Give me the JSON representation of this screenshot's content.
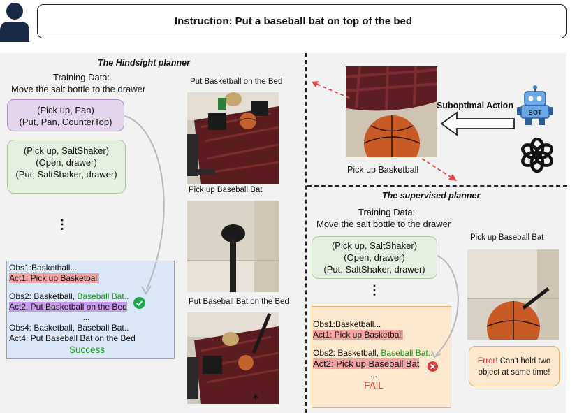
{
  "instruction": "Instruction: Put a baseball bat on top of the bed",
  "hindsight": {
    "title": "The Hindsight planner",
    "training_label": "Training Data:",
    "training_task": "Move the salt bottle to the drawer",
    "box1": [
      "(Pick up, Pan)",
      "(Put, Pan, CounterTop)"
    ],
    "box2": [
      "(Pick up, SaltShaker)",
      "(Open, drawer)",
      "(Put, SaltShaker, drawer)"
    ],
    "ellipsis": "⋮",
    "obs1": "Obs1:Basketball...",
    "act1": "Act1: Pick up Basketball",
    "obs2_a": "Obs2: Basketball, ",
    "obs2_b": "Baseball Bat..",
    "act2": "Act2: Put Basketball on the Bed",
    "dots": "...",
    "obs4": "Obs4: Basketball, Baseball Bat..",
    "act4": "Act4: Put Baseball Bat on the Bed",
    "result": "Success",
    "img1_caption": "Put Basketball on the Bed",
    "img2_caption": "Pick up Baseball Bat",
    "img3_caption": "Put Baseball Bat on the Bed"
  },
  "top_right": {
    "suboptimal": "Suboptimal Action",
    "bot_label": "BOT",
    "caption": "Pick up Basketball"
  },
  "supervised": {
    "title": "The supervised planner",
    "training_label": "Training Data:",
    "training_task": "Move the salt bottle to the drawer",
    "box": [
      "(Pick up, SaltShaker)",
      "(Open, drawer)",
      "(Put, SaltShaker, drawer)"
    ],
    "ellipsis": "⋮",
    "obs1": "Obs1:Basketball...",
    "act1": "Act1: Pick up Basketball",
    "obs2_a": "Obs2:  Basketball, ",
    "obs2_b": "Baseball Bat..",
    "act2": "Act2: Pick up Baseball Bat",
    "dots": "...",
    "result": "FAIL",
    "img_caption": "Pick up Baseball Bat",
    "error_word": "Error",
    "error_rest": "! Can't hold two object at same time!"
  },
  "colors": {
    "purple_box": "#e4d5ec",
    "green_box": "#e5f0e0",
    "blue_box": "#dbe8f8",
    "orange_box": "#fde9cf",
    "red": "#e03a3a",
    "green": "#1a9c1a"
  }
}
